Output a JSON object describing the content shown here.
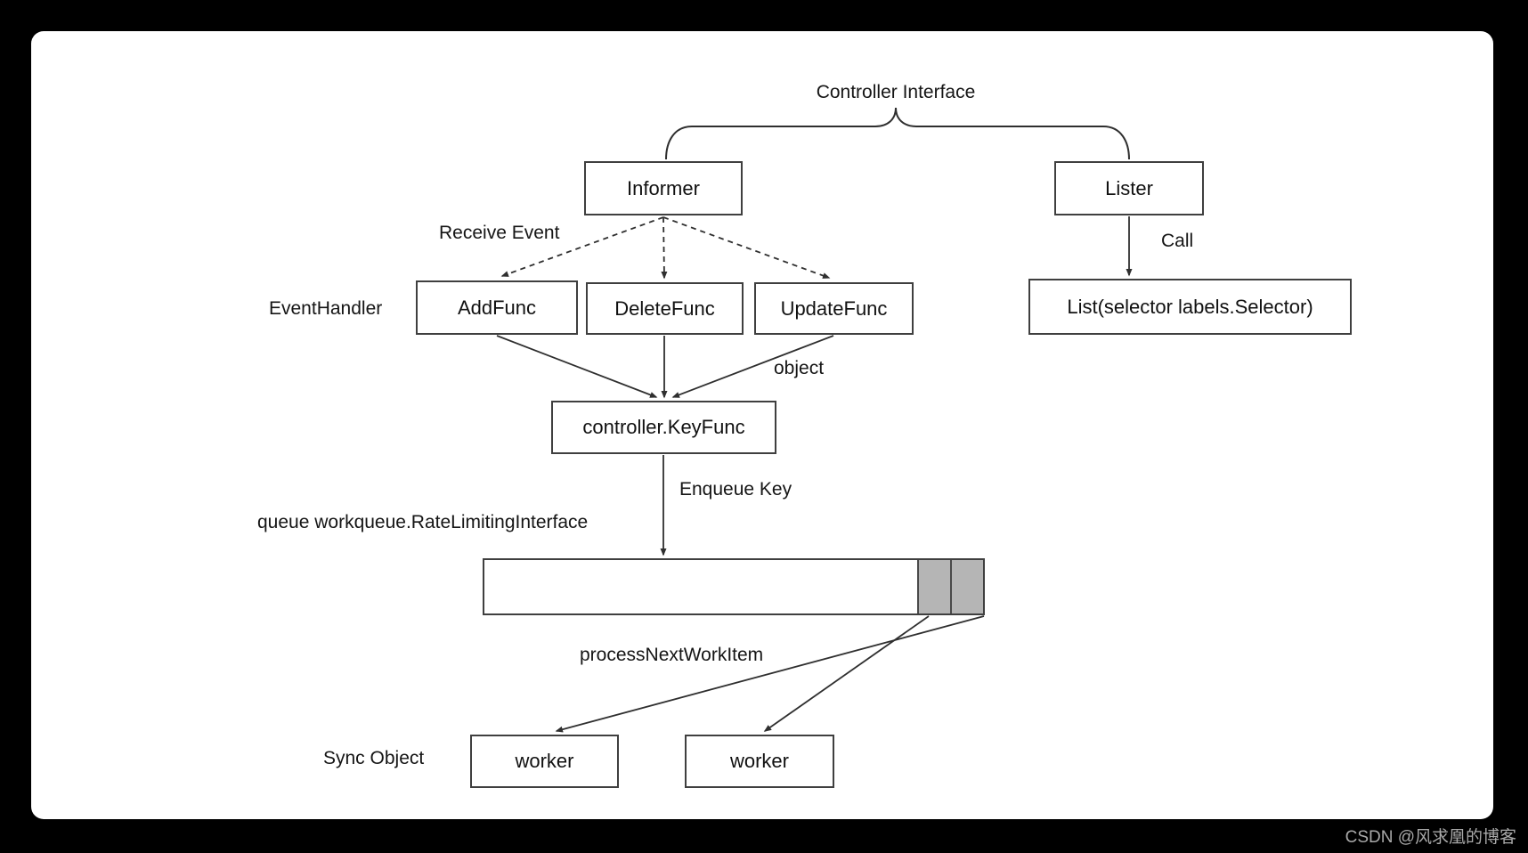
{
  "title": "Controller Interface",
  "nodes": {
    "informer": "Informer",
    "lister": "Lister",
    "add_func": "AddFunc",
    "delete_func": "DeleteFunc",
    "update_func": "UpdateFunc",
    "list_selector": "List(selector labels.Selector)",
    "key_func": "controller.KeyFunc",
    "worker_1": "worker",
    "worker_2": "worker"
  },
  "labels": {
    "receive_event": "Receive Event",
    "event_handler": "EventHandler",
    "call": "Call",
    "object": "object",
    "enqueue_key": "Enqueue Key",
    "queue": "queue workqueue.RateLimitingInterface",
    "process_next_work_item": "processNextWorkItem",
    "sync_object": "Sync Object"
  },
  "queue": {
    "pending_item_cells": 2
  },
  "watermark": "CSDN @风求凰的博客",
  "colors": {
    "background": "#000000",
    "panel": "#ffffff",
    "line": "#2f2f2f",
    "box_border": "#3f3f3f",
    "queue_cell_fill": "#b5b5b5",
    "text": "#111111",
    "watermark_text": "#a9a9a9"
  }
}
